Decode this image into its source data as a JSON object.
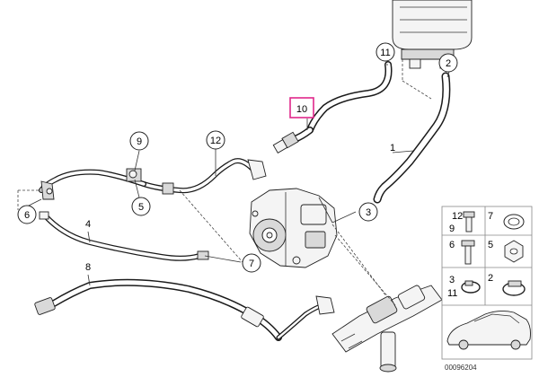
{
  "callouts": {
    "c1": "1",
    "c2": "2",
    "c3": "3",
    "c4": "4",
    "c5": "5",
    "c6": "6",
    "c7": "7",
    "c8": "8",
    "c9": "9",
    "c10": "10",
    "c11": "11",
    "c12": "12"
  },
  "highlight_color": "#e0278a",
  "legend": {
    "r1_a": "12",
    "r1_b": "9",
    "r1_c": "7",
    "r2_a": "6",
    "r2_b": "5",
    "r3_a": "3",
    "r3_b": "11",
    "r3_c": "2"
  },
  "doc_number": "00096204"
}
